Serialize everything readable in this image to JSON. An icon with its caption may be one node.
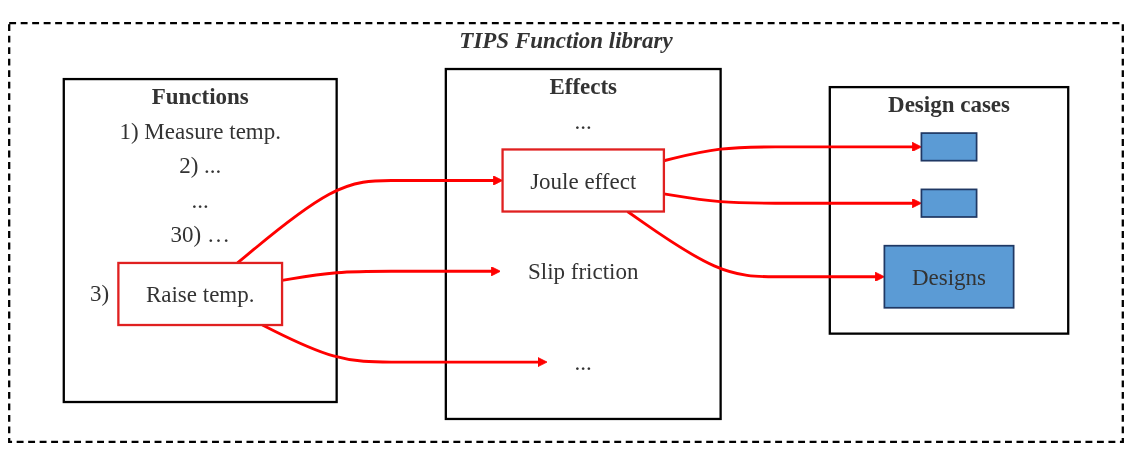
{
  "diagram": {
    "nodes": [
      {
        "text": [
          "TIPS Function library"
        ]
      },
      {
        "text": [
          "Functions",
          "1) Measure temp.",
          "2) ...",
          "...",
          "30) …"
        ],
        "in": 0
      },
      {
        "text": [
          "Raise temp."
        ],
        "in": 1,
        "beside": [
          "3)"
        ]
      },
      {
        "text": [
          "Effects",
          "..."
        ],
        "in": 0
      },
      {
        "text": [
          "Joule effect"
        ],
        "in": 3
      },
      {
        "text": [
          "Slip friction"
        ],
        "in": 3
      },
      {
        "text": [
          "..."
        ],
        "in": 3
      },
      {
        "text": [
          "Design cases"
        ],
        "in": 0
      },
      {
        "text": [],
        "shape": "box",
        "in": 7
      },
      {
        "text": [],
        "shape": "box",
        "in": 7
      },
      {
        "text": [
          "Designs"
        ],
        "in": 7
      }
    ],
    "edges": [
      {
        "from": 2,
        "to": 4,
        "arrow": "to",
        "color": "#ff0000"
      },
      {
        "from": 2,
        "to": 5,
        "arrow": "to",
        "color": "#ff0000"
      },
      {
        "from": 2,
        "to": 6,
        "arrow": "to",
        "color": "#ff0000"
      },
      {
        "from": 4,
        "to": 8,
        "arrow": "to",
        "color": "#ff0000"
      },
      {
        "from": 4,
        "to": 9,
        "arrow": "to",
        "color": "#ff0000"
      },
      {
        "from": 4,
        "to": 10,
        "arrow": "to",
        "color": "#ff0000"
      }
    ]
  }
}
